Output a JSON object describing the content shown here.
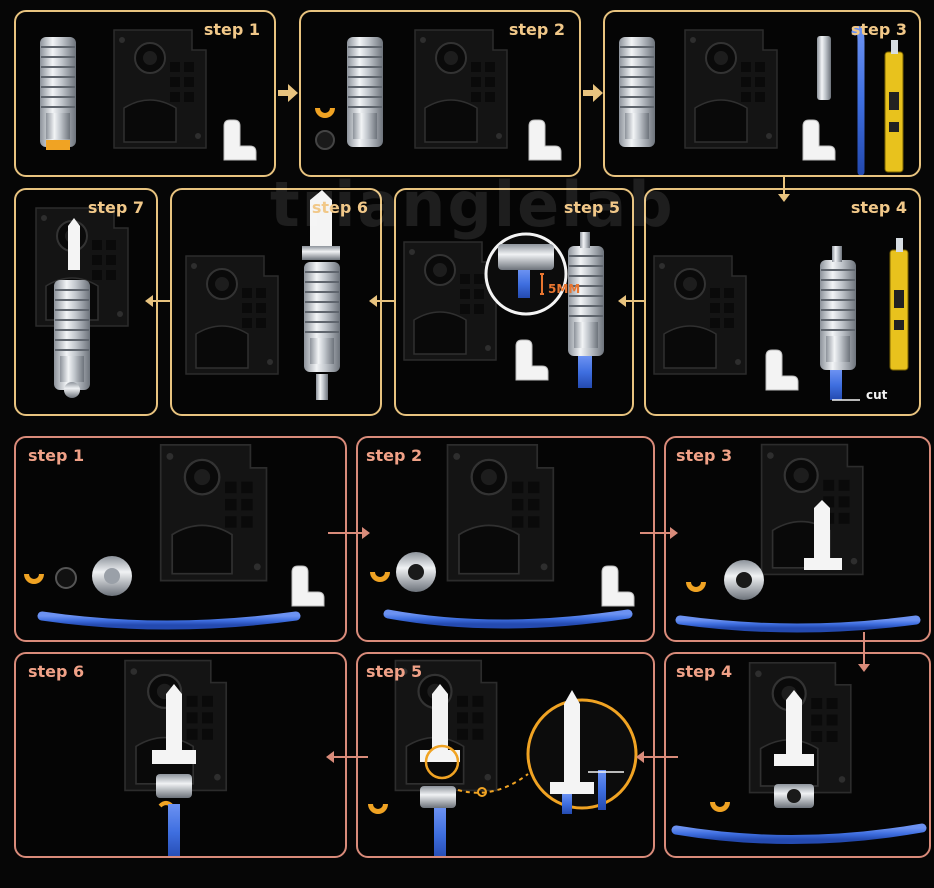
{
  "watermark": "trianglelab",
  "top_section": {
    "steps": [
      {
        "label": "step 1"
      },
      {
        "label": "step 2"
      },
      {
        "label": "step 3"
      },
      {
        "label": "step 4"
      },
      {
        "label": "step 5"
      },
      {
        "label": "step 6"
      },
      {
        "label": "step 7"
      }
    ],
    "callout_5mm": "5MM",
    "callout_cut": "cut"
  },
  "bottom_section": {
    "steps": [
      {
        "label": "step 1"
      },
      {
        "label": "step 2"
      },
      {
        "label": "step 3"
      },
      {
        "label": "step 4"
      },
      {
        "label": "step 5"
      },
      {
        "label": "step 6"
      }
    ]
  },
  "colors": {
    "top_border": "#e8c37f",
    "bottom_border": "#d98b7a",
    "clip_orange": "#f0a323",
    "ptfe_blue": "#3f6fe0",
    "metal": "#c9ccd1"
  }
}
